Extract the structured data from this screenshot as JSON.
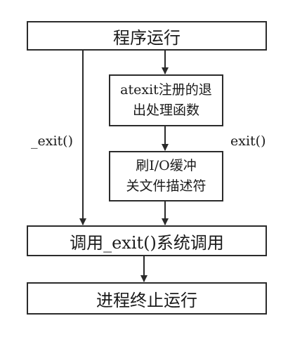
{
  "nodes": {
    "program_run": "程序运行",
    "atexit_line1": "atexit注册的退",
    "atexit_line2": "出处理函数",
    "flush_line1": "刷I/O缓冲",
    "flush_line2": "关文件描述符",
    "sys_exit": "调用_exit()系统调用",
    "terminate": "进程终止运行"
  },
  "edges": {
    "left_label": "_exit()",
    "right_label": "exit()"
  }
}
